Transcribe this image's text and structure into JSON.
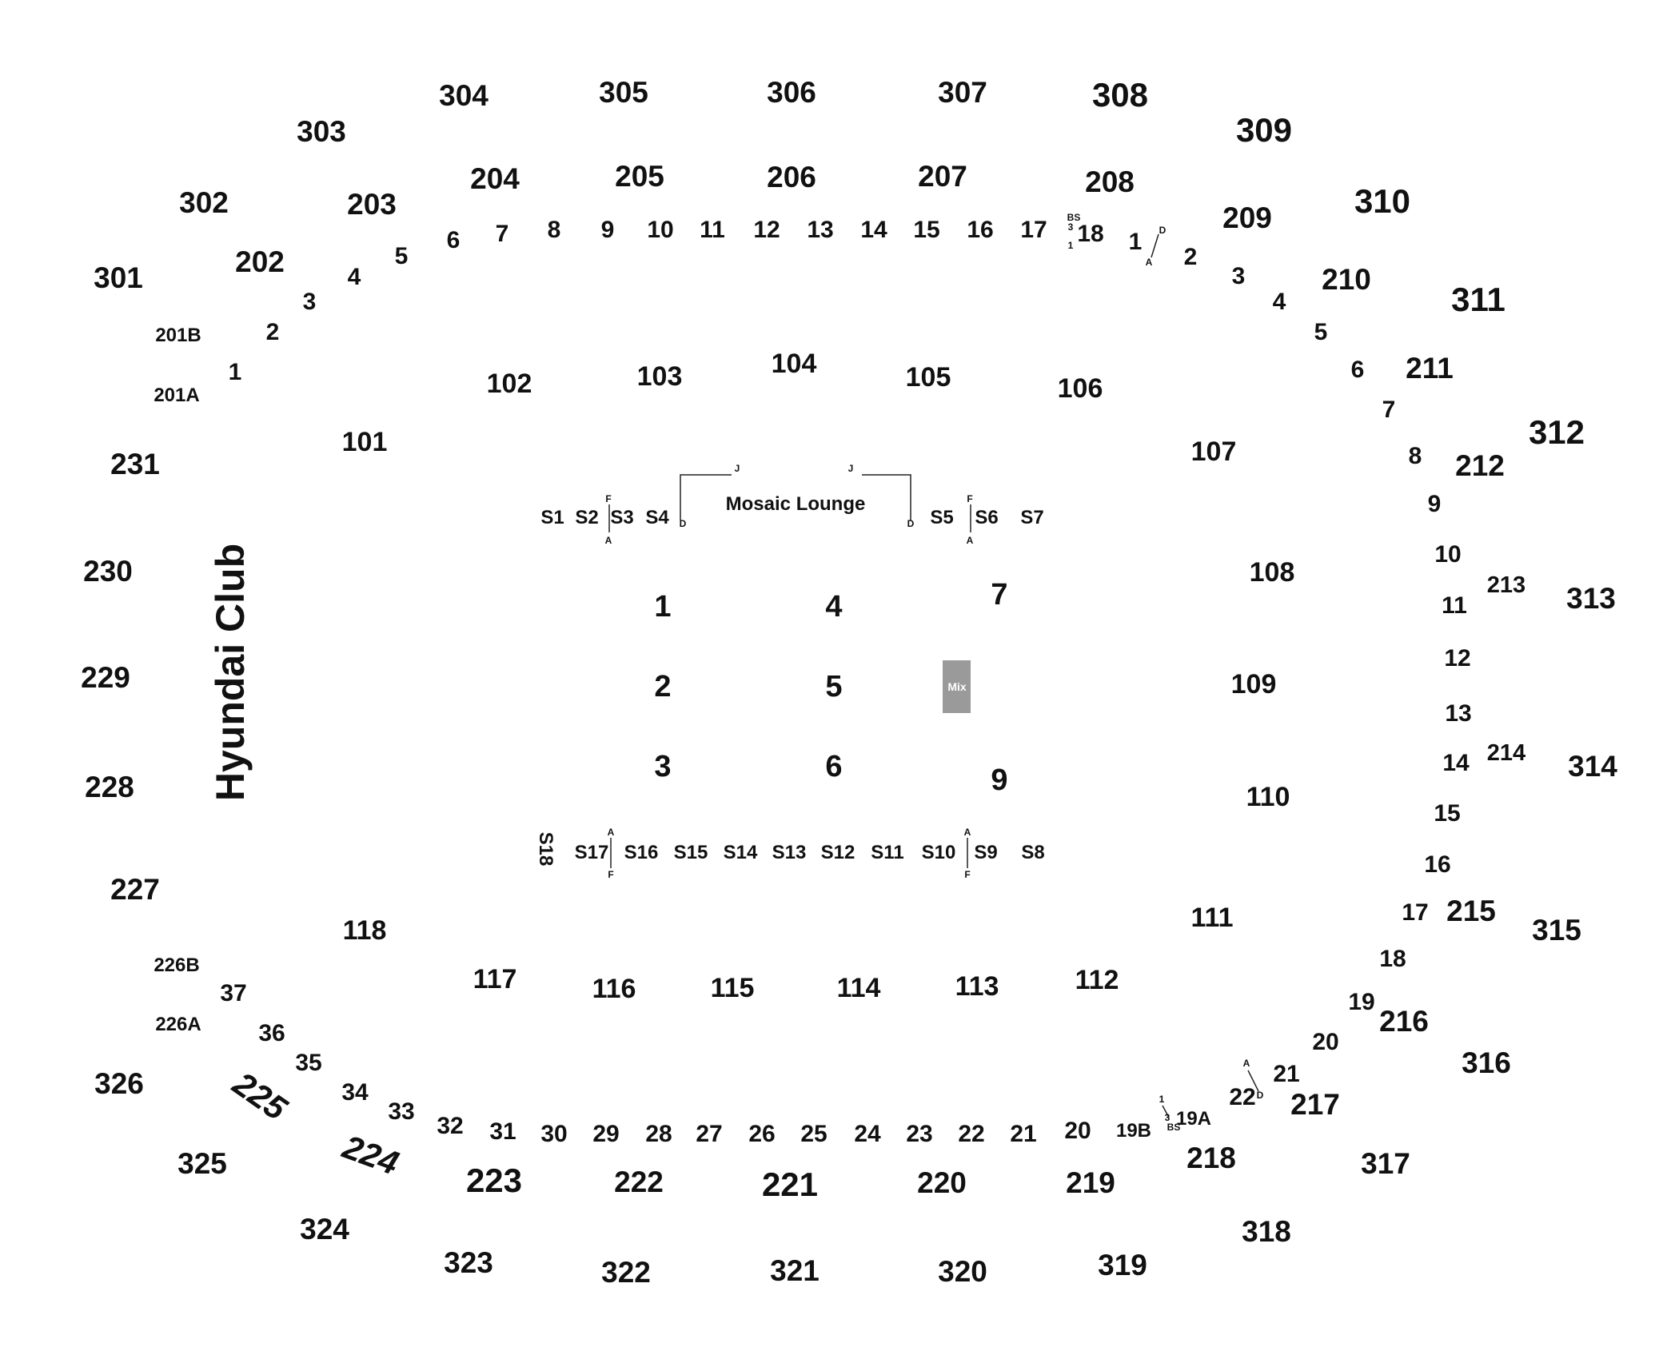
{
  "upper_level": [
    "301",
    "302",
    "303",
    "304",
    "305",
    "306",
    "307",
    "308",
    "309",
    "310",
    "311",
    "312",
    "313",
    "314",
    "315",
    "316",
    "317",
    "318",
    "319",
    "320",
    "321",
    "322",
    "323",
    "324",
    "325",
    "326"
  ],
  "club_level": [
    "201A",
    "201B",
    "202",
    "203",
    "204",
    "205",
    "206",
    "207",
    "208",
    "209",
    "210",
    "211",
    "212",
    "213",
    "214",
    "215",
    "216",
    "217",
    "218",
    "219",
    "220",
    "221",
    "222",
    "223",
    "224",
    "225",
    "226A",
    "226B",
    "227",
    "228",
    "229",
    "230",
    "231"
  ],
  "lower_level": [
    "101",
    "102",
    "103",
    "104",
    "105",
    "106",
    "107",
    "108",
    "109",
    "110",
    "111",
    "112",
    "113",
    "114",
    "115",
    "116",
    "117",
    "118"
  ],
  "ring_rows": [
    "1",
    "2",
    "3",
    "4",
    "5",
    "6",
    "7",
    "8",
    "9",
    "10",
    "11",
    "12",
    "13",
    "14",
    "15",
    "16",
    "17",
    "18",
    "1",
    "2",
    "3",
    "4",
    "5",
    "6",
    "7",
    "8",
    "9",
    "10",
    "11",
    "12",
    "13",
    "14",
    "15",
    "16",
    "17",
    "18",
    "19",
    "20",
    "21",
    "22",
    "19A",
    "19B",
    "20",
    "21",
    "22",
    "23",
    "24",
    "25",
    "26",
    "27",
    "28",
    "29",
    "30",
    "31",
    "32",
    "33",
    "34",
    "35",
    "36",
    "37"
  ],
  "floor_sections": [
    "1",
    "2",
    "3",
    "4",
    "5",
    "6",
    "7",
    "9"
  ],
  "suites_top": [
    "S1",
    "S2",
    "S3",
    "S4",
    "S5",
    "S6",
    "S7"
  ],
  "suites_bottom": [
    "S18",
    "S17",
    "S16",
    "S15",
    "S14",
    "S13",
    "S12",
    "S11",
    "S10",
    "S9",
    "S8"
  ],
  "small_marks": [
    "F",
    "A",
    "J",
    "D",
    "J",
    "D",
    "F",
    "A",
    "A",
    "F",
    "A",
    "F",
    "BS",
    "3",
    "1",
    "D",
    "A",
    "A",
    "D",
    "1",
    "3",
    "BS"
  ],
  "labels": {
    "club": "Hyundai Club",
    "lounge": "Mosaic Lounge",
    "mix": "Mix"
  },
  "colors": {
    "text": "#111111",
    "mix_box": "#9a9a9a",
    "background": "#ffffff"
  }
}
